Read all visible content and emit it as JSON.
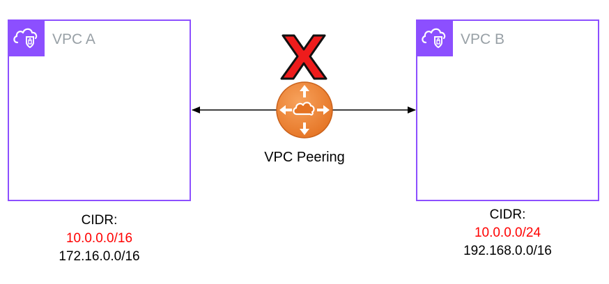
{
  "vpc_a": {
    "title": "VPC A",
    "cidr_label": "CIDR:",
    "cidr_conflict": "10.0.0.0/16",
    "cidr_secondary": "172.16.0.0/16"
  },
  "vpc_b": {
    "title": "VPC B",
    "cidr_label": "CIDR:",
    "cidr_conflict": "10.0.0.0/24",
    "cidr_secondary": "192.168.0.0/16"
  },
  "peering": {
    "label": "VPC Peering",
    "icon": "vpc-peering-icon",
    "blocked_marker": "red-x-icon"
  },
  "colors": {
    "vpc_border": "#8c4fff",
    "vpc_title": "#98a0a6",
    "conflict_text": "#ff0000",
    "peering_orange": "#f58536",
    "blocked_red": "#ee1c1c"
  }
}
